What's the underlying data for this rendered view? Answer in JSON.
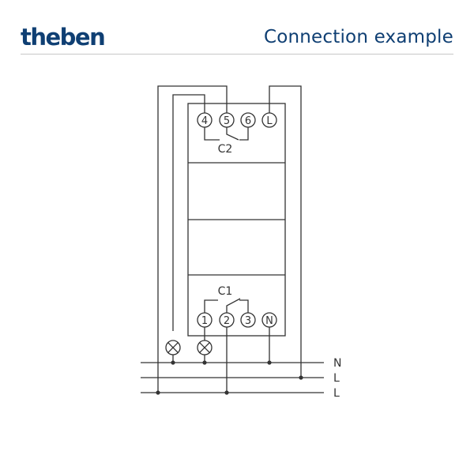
{
  "header": {
    "logo": "theben",
    "title": "Connection example"
  },
  "top_terminals": [
    "4",
    "5",
    "6",
    "L"
  ],
  "top_contact": "C2",
  "bottom_contact": "C1",
  "bottom_terminals": [
    "1",
    "2",
    "3",
    "N"
  ],
  "lines": [
    "N",
    "L",
    "L"
  ],
  "colors": {
    "brand": "#0f3f73",
    "wire": "#333333",
    "rule": "#c8c8c8"
  },
  "icons": [
    "lamp-icon",
    "lamp-icon"
  ]
}
